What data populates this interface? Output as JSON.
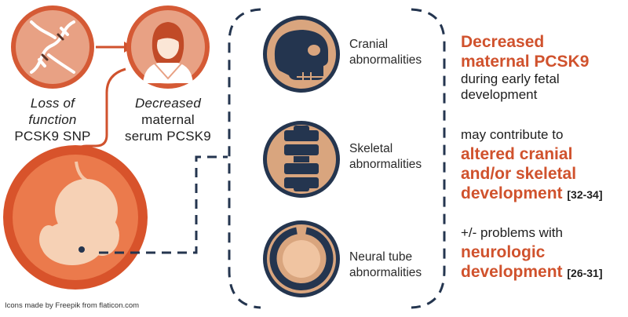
{
  "colors": {
    "accent": "#d0522d",
    "circle_fill": "#e8a184",
    "skin": "#f6d1b5",
    "navy": "#24354f",
    "tan": "#d9a57e",
    "womb_outer": "#d8532b",
    "womb_inner": "#eb7a4c"
  },
  "left": {
    "snp_caption": {
      "line1": "Loss of",
      "line2": "function",
      "line3": "PCSK9 SNP"
    },
    "serum_caption": {
      "line1": "Decreased",
      "line2": "maternal",
      "line3": "serum PCSK9"
    },
    "icons": [
      "dna-icon",
      "woman-icon",
      "fetus-icon"
    ]
  },
  "abnormalities": [
    {
      "line1": "Cranial",
      "line2": "abnormalities",
      "icon": "skull-icon"
    },
    {
      "line1": "Skeletal",
      "line2": "abnormalities",
      "icon": "spine-icon"
    },
    {
      "line1": "Neural tube",
      "line2": "abnormalities",
      "icon": "neural-tube-icon"
    }
  ],
  "right": {
    "block1": {
      "red1": "Decreased",
      "red2": "maternal PCSK9",
      "dark1": "during early fetal",
      "dark2": "development"
    },
    "block2": {
      "dark1": "may contribute to",
      "red1": "altered cranial",
      "red2": "and/or skeletal",
      "red3": "development",
      "ref": "[32-34]"
    },
    "block3": {
      "dark1": "+/- problems with",
      "red1": "neurologic",
      "red2": "development",
      "ref": "[26-31]"
    }
  },
  "credit": "Icons made by Freepik from flaticon.com"
}
